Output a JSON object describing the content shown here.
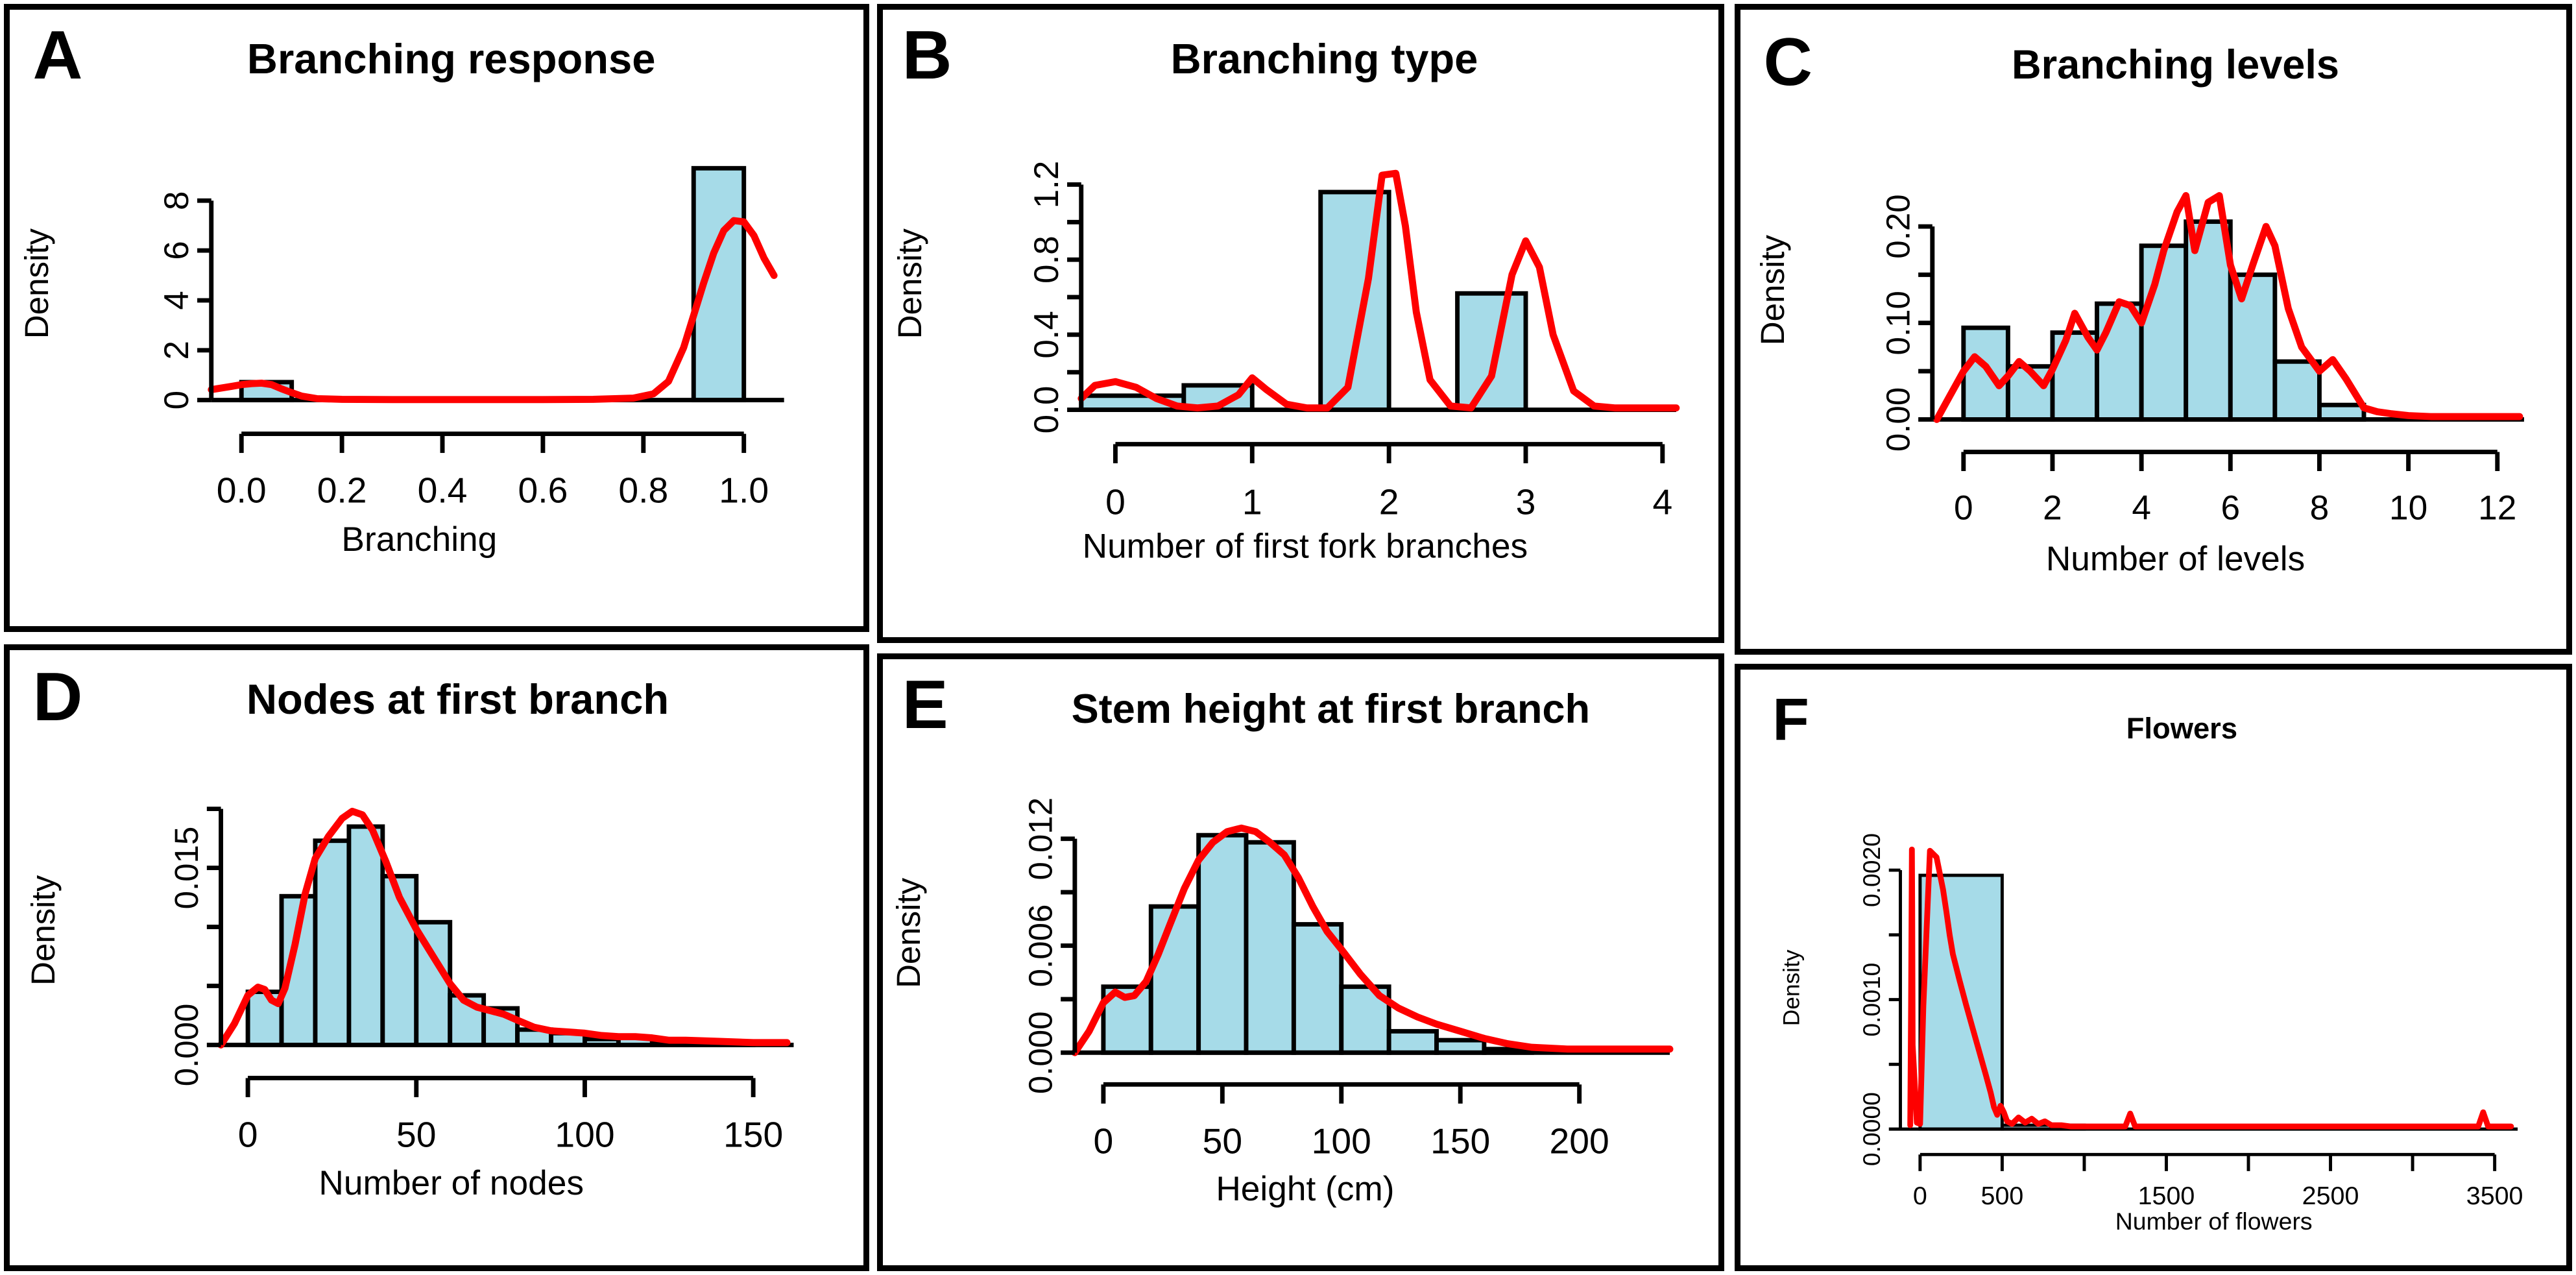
{
  "figure": {
    "background": "#ffffff",
    "bar_fill": "#a6dbe8",
    "bar_stroke": "#000000",
    "density_color": "#fe0000",
    "border_color": "#000000"
  },
  "panels": [
    {
      "letter": "A",
      "title": "Branching response",
      "ylabel": "Density",
      "xlabel": "Branching"
    },
    {
      "letter": "B",
      "title": "Branching type",
      "ylabel": "Density",
      "xlabel": "Number of first fork branches"
    },
    {
      "letter": "C",
      "title": "Branching levels",
      "ylabel": "Density",
      "xlabel": "Number of levels"
    },
    {
      "letter": "D",
      "title": "Nodes at first branch",
      "ylabel": "Density",
      "xlabel": "Number of nodes"
    },
    {
      "letter": "E",
      "title": "Stem height at first branch",
      "ylabel": "Density",
      "xlabel": "Height (cm)"
    },
    {
      "letter": "F",
      "title": "Flowers",
      "ylabel": "Density",
      "xlabel": "Number of flowers"
    }
  ],
  "chart_data": [
    {
      "id": "A",
      "type": "histogram",
      "title": "Branching response",
      "xlabel": "Branching",
      "ylabel": "Density",
      "xlim": [
        -0.06,
        1.08
      ],
      "ylim": [
        0,
        9.4
      ],
      "xticks": [
        0.0,
        0.2,
        0.4,
        0.6,
        0.8,
        1.0
      ],
      "xticklabels": [
        "0.0",
        "0.2",
        "0.4",
        "0.6",
        "0.8",
        "1.0"
      ],
      "yticks": [
        0,
        2,
        4,
        6,
        8
      ],
      "yticklabels": [
        "0",
        "2",
        "4",
        "6",
        "8"
      ],
      "bin_edges": [
        0.0,
        0.1,
        0.9,
        1.0
      ],
      "bars": [
        {
          "x0": 0.0,
          "x1": 0.1,
          "height": 0.72
        },
        {
          "x0": 0.9,
          "x1": 1.0,
          "height": 9.3
        }
      ],
      "density_x": [
        -0.06,
        -0.02,
        0.0,
        0.02,
        0.04,
        0.06,
        0.08,
        0.1,
        0.12,
        0.15,
        0.2,
        0.3,
        0.4,
        0.5,
        0.6,
        0.7,
        0.78,
        0.82,
        0.85,
        0.88,
        0.9,
        0.92,
        0.94,
        0.96,
        0.98,
        1.0,
        1.02,
        1.04,
        1.06
      ],
      "density_y": [
        0.42,
        0.55,
        0.62,
        0.66,
        0.68,
        0.62,
        0.45,
        0.3,
        0.16,
        0.06,
        0.03,
        0.02,
        0.02,
        0.02,
        0.02,
        0.03,
        0.08,
        0.25,
        0.75,
        2.1,
        3.4,
        4.7,
        5.9,
        6.8,
        7.2,
        7.15,
        6.6,
        5.7,
        5.0
      ]
    },
    {
      "id": "B",
      "type": "histogram",
      "title": "Branching type",
      "xlabel": "Number of first fork branches",
      "ylabel": "Density",
      "xlim": [
        -0.25,
        4.1
      ],
      "ylim": [
        0,
        1.3
      ],
      "xticks": [
        0,
        1,
        2,
        3,
        4
      ],
      "xticklabels": [
        "0",
        "1",
        "2",
        "3",
        "4"
      ],
      "yticks": [
        0.0,
        0.2,
        0.4,
        0.6,
        0.8,
        1.0,
        1.2
      ],
      "yticklabels": [
        "0.0",
        "",
        "0.4",
        "",
        "0.8",
        "",
        "1.2"
      ],
      "bin_edges": [
        -0.5,
        0.5,
        1.5,
        2.5,
        3.5
      ],
      "bars": [
        {
          "x0": -0.25,
          "x1": 0.5,
          "height": 0.075
        },
        {
          "x0": 0.5,
          "x1": 1.0,
          "height": 0.13
        },
        {
          "x0": 1.5,
          "x1": 2.0,
          "height": 1.16
        },
        {
          "x0": 2.5,
          "x1": 3.0,
          "height": 0.62
        }
      ],
      "density_x": [
        -0.25,
        -0.15,
        0.0,
        0.15,
        0.3,
        0.45,
        0.6,
        0.75,
        0.9,
        1.0,
        1.1,
        1.25,
        1.4,
        1.55,
        1.7,
        1.85,
        1.95,
        2.05,
        2.12,
        2.2,
        2.3,
        2.45,
        2.6,
        2.75,
        2.9,
        3.0,
        3.1,
        3.2,
        3.35,
        3.5,
        3.65,
        3.8,
        4.0,
        4.1
      ],
      "density_y": [
        0.06,
        0.13,
        0.15,
        0.12,
        0.06,
        0.02,
        0.01,
        0.02,
        0.08,
        0.17,
        0.11,
        0.03,
        0.01,
        0.01,
        0.12,
        0.7,
        1.25,
        1.26,
        0.98,
        0.52,
        0.16,
        0.02,
        0.01,
        0.18,
        0.72,
        0.9,
        0.76,
        0.4,
        0.1,
        0.02,
        0.01,
        0.01,
        0.01,
        0.01
      ]
    },
    {
      "id": "C",
      "type": "histogram",
      "title": "Branching levels",
      "xlabel": "Number of levels",
      "ylabel": "Density",
      "xlim": [
        -0.7,
        12.6
      ],
      "ylim": [
        0,
        0.245
      ],
      "xticks": [
        0,
        2,
        4,
        6,
        8,
        10,
        12
      ],
      "xticklabels": [
        "0",
        "2",
        "4",
        "6",
        "8",
        "10",
        "12"
      ],
      "yticks": [
        0.0,
        0.05,
        0.1,
        0.15,
        0.2
      ],
      "yticklabels": [
        "0.00",
        "",
        "0.10",
        "",
        "0.20"
      ],
      "bin_edges": [
        0,
        1,
        2,
        3,
        4,
        5,
        6,
        7,
        8,
        9
      ],
      "bars": [
        {
          "x0": 0,
          "x1": 1,
          "height": 0.095
        },
        {
          "x0": 1,
          "x1": 2,
          "height": 0.055
        },
        {
          "x0": 2,
          "x1": 3,
          "height": 0.09
        },
        {
          "x0": 3,
          "x1": 4,
          "height": 0.12
        },
        {
          "x0": 4,
          "x1": 5,
          "height": 0.18
        },
        {
          "x0": 5,
          "x1": 6,
          "height": 0.205
        },
        {
          "x0": 6,
          "x1": 7,
          "height": 0.15
        },
        {
          "x0": 7,
          "x1": 8,
          "height": 0.06
        },
        {
          "x0": 8,
          "x1": 9,
          "height": 0.015
        }
      ],
      "density_x": [
        -0.6,
        -0.3,
        0.0,
        0.25,
        0.5,
        0.8,
        1.0,
        1.25,
        1.5,
        1.8,
        2.0,
        2.3,
        2.5,
        2.8,
        3.0,
        3.2,
        3.5,
        3.75,
        4.0,
        4.3,
        4.5,
        4.8,
        5.0,
        5.2,
        5.5,
        5.75,
        6.0,
        6.25,
        6.5,
        6.8,
        7.0,
        7.3,
        7.6,
        8.0,
        8.3,
        8.6,
        9.0,
        9.3,
        9.6,
        10.0,
        10.5,
        11.0,
        11.5,
        12.0,
        12.5
      ],
      "density_y": [
        0.0,
        0.025,
        0.05,
        0.065,
        0.055,
        0.035,
        0.045,
        0.06,
        0.05,
        0.035,
        0.052,
        0.082,
        0.11,
        0.085,
        0.072,
        0.09,
        0.122,
        0.118,
        0.1,
        0.14,
        0.175,
        0.215,
        0.232,
        0.175,
        0.225,
        0.232,
        0.16,
        0.125,
        0.16,
        0.2,
        0.18,
        0.115,
        0.075,
        0.05,
        0.062,
        0.042,
        0.012,
        0.008,
        0.006,
        0.004,
        0.003,
        0.003,
        0.003,
        0.003,
        0.003
      ]
    },
    {
      "id": "D",
      "type": "histogram",
      "title": "Nodes at first branch",
      "xlabel": "Number of nodes",
      "ylabel": "Density",
      "xlim": [
        -8,
        162
      ],
      "ylim": [
        0,
        0.0205
      ],
      "xticks": [
        0,
        50,
        100,
        150
      ],
      "xticklabels": [
        "0",
        "50",
        "100",
        "150"
      ],
      "yticks": [
        0.0,
        0.005,
        0.01,
        0.015,
        0.02
      ],
      "yticklabels": [
        "0.000",
        "",
        "",
        "0.015",
        ""
      ],
      "bin_edges": [
        0,
        10,
        20,
        30,
        40,
        50,
        60,
        70,
        80,
        90,
        100,
        110,
        120,
        130,
        140,
        150
      ],
      "bars": [
        {
          "x0": 0,
          "x1": 10,
          "height": 0.0045
        },
        {
          "x0": 10,
          "x1": 20,
          "height": 0.0126
        },
        {
          "x0": 20,
          "x1": 30,
          "height": 0.0173
        },
        {
          "x0": 30,
          "x1": 40,
          "height": 0.0185
        },
        {
          "x0": 40,
          "x1": 50,
          "height": 0.0143
        },
        {
          "x0": 50,
          "x1": 60,
          "height": 0.0104
        },
        {
          "x0": 60,
          "x1": 70,
          "height": 0.0042
        },
        {
          "x0": 70,
          "x1": 80,
          "height": 0.0031
        },
        {
          "x0": 80,
          "x1": 90,
          "height": 0.0013
        },
        {
          "x0": 90,
          "x1": 100,
          "height": 0.001
        },
        {
          "x0": 100,
          "x1": 110,
          "height": 0.0005
        },
        {
          "x0": 110,
          "x1": 120,
          "height": 0.0006
        },
        {
          "x0": 120,
          "x1": 130,
          "height": 0.0003
        },
        {
          "x0": 130,
          "x1": 140,
          "height": 0.0002
        },
        {
          "x0": 140,
          "x1": 150,
          "height": 0.0002
        }
      ],
      "density_x": [
        -8,
        -4,
        0,
        3,
        5,
        7,
        9,
        11,
        14,
        17,
        20,
        24,
        28,
        31,
        34,
        37,
        41,
        45,
        50,
        55,
        60,
        64,
        68,
        72,
        76,
        80,
        85,
        90,
        95,
        100,
        105,
        110,
        115,
        120,
        125,
        130,
        140,
        150,
        160
      ],
      "density_y": [
        0.0,
        0.0018,
        0.0042,
        0.0049,
        0.0047,
        0.0038,
        0.0035,
        0.0048,
        0.0085,
        0.0128,
        0.0158,
        0.0177,
        0.0192,
        0.0198,
        0.0195,
        0.0182,
        0.0155,
        0.0125,
        0.0098,
        0.0075,
        0.0052,
        0.0038,
        0.0032,
        0.0029,
        0.0026,
        0.0021,
        0.0015,
        0.0012,
        0.0011,
        0.001,
        0.0008,
        0.0007,
        0.0007,
        0.0006,
        0.0004,
        0.0004,
        0.0003,
        0.0002,
        0.0002
      ]
    },
    {
      "id": "E",
      "type": "histogram",
      "title": "Stem height at first branch",
      "xlabel": "Height (cm)",
      "ylabel": "Density",
      "xlim": [
        -12,
        238
      ],
      "ylim": [
        0,
        0.0135
      ],
      "xticks": [
        0,
        50,
        100,
        150,
        200
      ],
      "xticklabels": [
        "0",
        "50",
        "100",
        "150",
        "200"
      ],
      "yticks": [
        0.0,
        0.003,
        0.006,
        0.009,
        0.012
      ],
      "yticklabels": [
        "0.000",
        "",
        "0.006",
        "",
        "0.012"
      ],
      "bin_edges": [
        0,
        20,
        40,
        60,
        80,
        100,
        120,
        140,
        160,
        180
      ],
      "bars": [
        {
          "x0": 0,
          "x1": 20,
          "height": 0.0037
        },
        {
          "x0": 20,
          "x1": 40,
          "height": 0.0082
        },
        {
          "x0": 40,
          "x1": 60,
          "height": 0.0122
        },
        {
          "x0": 60,
          "x1": 80,
          "height": 0.0118
        },
        {
          "x0": 80,
          "x1": 100,
          "height": 0.0072
        },
        {
          "x0": 100,
          "x1": 120,
          "height": 0.0037
        },
        {
          "x0": 120,
          "x1": 140,
          "height": 0.0012
        },
        {
          "x0": 140,
          "x1": 160,
          "height": 0.0007
        },
        {
          "x0": 160,
          "x1": 180,
          "height": 0.0002
        }
      ],
      "density_x": [
        -12,
        -6,
        0,
        5,
        9,
        13,
        18,
        23,
        28,
        34,
        40,
        46,
        52,
        58,
        64,
        70,
        76,
        82,
        88,
        94,
        100,
        108,
        116,
        124,
        132,
        140,
        150,
        160,
        170,
        180,
        195,
        210,
        225,
        238
      ],
      "density_y": [
        0.0,
        0.0012,
        0.0028,
        0.0034,
        0.0031,
        0.0032,
        0.004,
        0.0055,
        0.0072,
        0.0092,
        0.0108,
        0.0118,
        0.0124,
        0.0126,
        0.0124,
        0.0118,
        0.0111,
        0.0098,
        0.0082,
        0.0068,
        0.0058,
        0.0044,
        0.0032,
        0.0025,
        0.002,
        0.0016,
        0.0012,
        0.0008,
        0.0005,
        0.0003,
        0.0002,
        0.0002,
        0.0002,
        0.0002
      ]
    },
    {
      "id": "F",
      "type": "histogram",
      "title": "Flowers",
      "xlabel": "Number of flowers",
      "ylabel": "Density",
      "xlim": [
        -120,
        3640
      ],
      "ylim": [
        0,
        0.00232
      ],
      "xticks": [
        0,
        500,
        1000,
        1500,
        2000,
        2500,
        3000,
        3500
      ],
      "xticklabels": [
        "0",
        "500",
        "",
        "1500",
        "",
        "2500",
        "",
        "3500"
      ],
      "yticks": [
        0.0,
        0.0005,
        0.001,
        0.0015,
        0.002
      ],
      "yticklabels": [
        "0.0000",
        "",
        "0.0010",
        "",
        "0.0020"
      ],
      "bin_edges": [
        0,
        500,
        1000
      ],
      "bars": [
        {
          "x0": 0,
          "x1": 500,
          "height": 0.00196
        },
        {
          "x0": 500,
          "x1": 1000,
          "height": 3e-05
        }
      ],
      "density_x": [
        -60,
        -55,
        -50,
        -48,
        -45,
        -20,
        0,
        20,
        60,
        100,
        140,
        160,
        180,
        200,
        240,
        280,
        320,
        360,
        400,
        430,
        450,
        470,
        490,
        510,
        530,
        560,
        600,
        640,
        680,
        720,
        760,
        800,
        860,
        920,
        1000,
        1100,
        1250,
        1280,
        1310,
        1400,
        1700,
        2000,
        2400,
        2800,
        3200,
        3400,
        3430,
        3460,
        3600
      ],
      "density_y": [
        3e-05,
        0.00095,
        0.00216,
        0.0017,
        0.00065,
        5e-05,
        4e-05,
        0.00095,
        0.00215,
        0.0021,
        0.00185,
        0.00168,
        0.0015,
        0.00135,
        0.00115,
        0.00096,
        0.00078,
        0.0006,
        0.00042,
        0.00028,
        0.00017,
        0.00011,
        0.00018,
        0.00013,
        6e-05,
        4e-05,
        9e-05,
        5e-05,
        8e-05,
        4e-05,
        6e-05,
        3e-05,
        3e-05,
        2e-05,
        2e-05,
        2e-05,
        2e-05,
        0.00012,
        2e-05,
        2e-05,
        2e-05,
        2e-05,
        2e-05,
        2e-05,
        2e-05,
        2e-05,
        0.00013,
        2e-05,
        2e-05
      ]
    }
  ]
}
